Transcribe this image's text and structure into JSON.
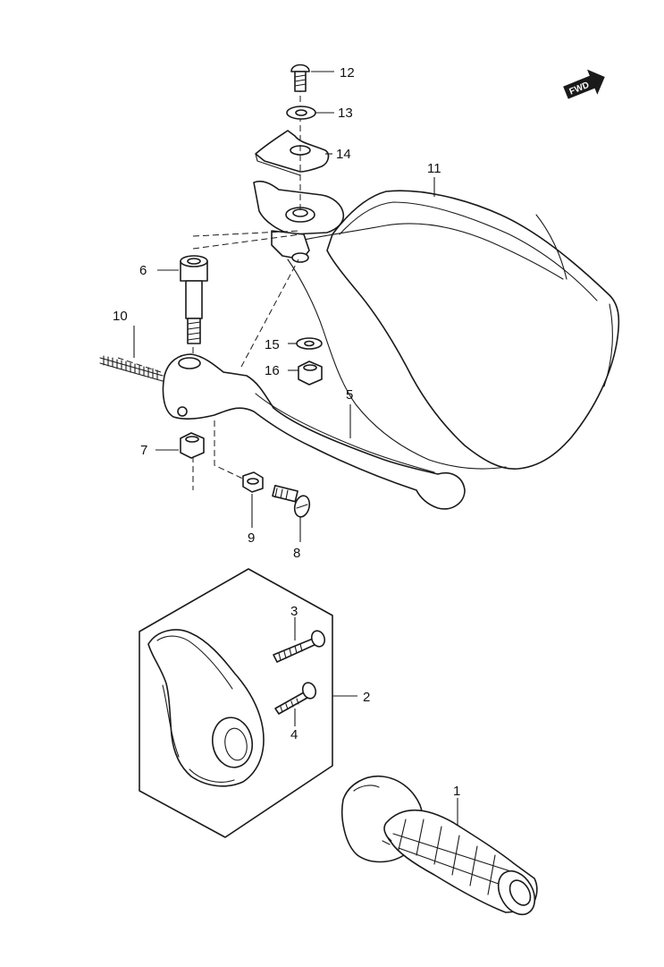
{
  "fwd_label": "FWD",
  "callouts": {
    "p1": "1",
    "p2": "2",
    "p3": "3",
    "p4": "4",
    "p5": "5",
    "p6": "6",
    "p7": "7",
    "p8": "8",
    "p9": "9",
    "p10": "10",
    "p11": "11",
    "p12": "12",
    "p13": "13",
    "p14": "14",
    "p15": "15",
    "p16": "16"
  }
}
